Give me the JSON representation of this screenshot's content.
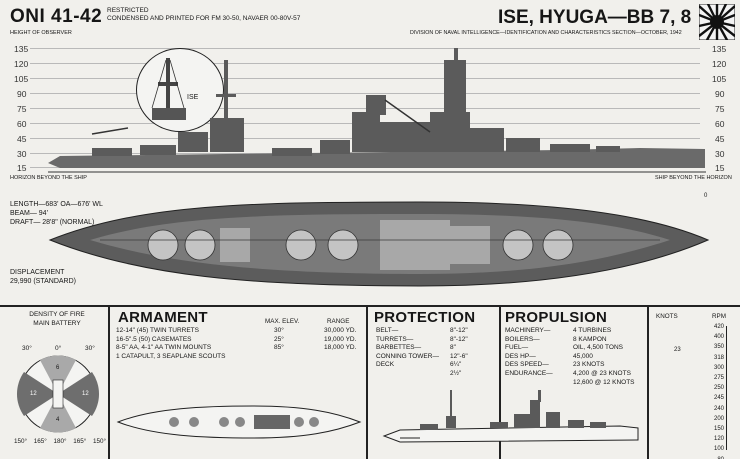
{
  "header": {
    "doc_id": "ONI 41-42",
    "restricted": "RESTRICTED",
    "condensed": "CONDENSED AND PRINTED FOR FM 30-50, NAVAER  00-80V-57",
    "height_of_observer": "HEIGHT OF OBSERVER",
    "ship_name": "ISE, HYUGA—BB 7, 8",
    "division": "DIVISION OF NAVAL INTELLIGENCE—IDENTIFICATION AND CHARACTERISTICS SECTION—OCTOBER, 1942"
  },
  "scale": [
    "135",
    "120",
    "105",
    "90",
    "75",
    "60",
    "45",
    "30",
    "15"
  ],
  "inset_label": "ISE",
  "horizon": {
    "left": "HORIZON BEYOND THE SHIP",
    "right": "SHIP BEYOND THE HORIZON",
    "zero": "0"
  },
  "specs": {
    "length": "LENGTH—683' OA—676' WL",
    "beam": "BEAM—      94'",
    "draft": "DRAFT—    28'8\" (NORMAL)"
  },
  "displacement": {
    "label": "DISPLACEMENT",
    "value": "29,990 (STANDARD)"
  },
  "fire": {
    "title_1": "DENSITY OF FIRE",
    "title_2": "MAIN BATTERY",
    "top_labels": [
      "30°",
      "0°",
      "30°"
    ],
    "bottom_labels": [
      "150°",
      "165°",
      "180°",
      "165°",
      "150°"
    ],
    "numbers": [
      "12",
      "12",
      "6",
      "4"
    ]
  },
  "armament": {
    "title": "ARMAMENT",
    "col_elev": "MAX. ELEV.",
    "col_range": "RANGE",
    "rows": [
      {
        "desc": "12-14\" (45) TWIN TURRETS",
        "elev": "30°",
        "range": "30,000 YD."
      },
      {
        "desc": "16-5\".5 (50) CASEMATES",
        "elev": "25°",
        "range": "19,000 YD."
      },
      {
        "desc": "8-5\" AA, 4-1\" AA TWIN MOUNTS",
        "elev": "85°",
        "range": "18,000 YD."
      },
      {
        "desc": "1 CATAPULT, 3 SEAPLANE SCOUTS",
        "elev": "",
        "range": ""
      }
    ]
  },
  "protection": {
    "title": "PROTECTION",
    "rows": [
      {
        "label": "BELT—",
        "value": "8\"-12\""
      },
      {
        "label": "TURRETS—",
        "value": "8\"-12\""
      },
      {
        "label": "BARBETTES—",
        "value": "8\""
      },
      {
        "label": "CONNING TOWER—",
        "value": "12\"-6\""
      },
      {
        "label": "DECK",
        "value": "6¼\""
      },
      {
        "label": "",
        "value": "2½\""
      }
    ]
  },
  "propulsion": {
    "title": "PROPULSION",
    "rows": [
      {
        "label": "MACHINERY—",
        "value": "4 TURBINES"
      },
      {
        "label": "BOILERS—",
        "value": "8 KAMPON"
      },
      {
        "label": "FUEL—",
        "value": "OIL, 4,500 TONS"
      },
      {
        "label": "DES HP—",
        "value": "45,000"
      },
      {
        "label": "DES SPEED—",
        "value": "23 KNOTS"
      },
      {
        "label": "ENDURANCE—",
        "value": "4,200 @ 23 KNOTS"
      },
      {
        "label": "",
        "value": "12,600 @ 12 KNOTS"
      }
    ]
  },
  "knots": {
    "title_knots": "KNOTS",
    "title_rpm": "RPM",
    "speed_mark": "23",
    "rpm": [
      "420",
      "400",
      "350",
      "318",
      "300",
      "275",
      "250",
      "245",
      "240",
      "200",
      "150",
      "120",
      "100",
      "80"
    ]
  }
}
